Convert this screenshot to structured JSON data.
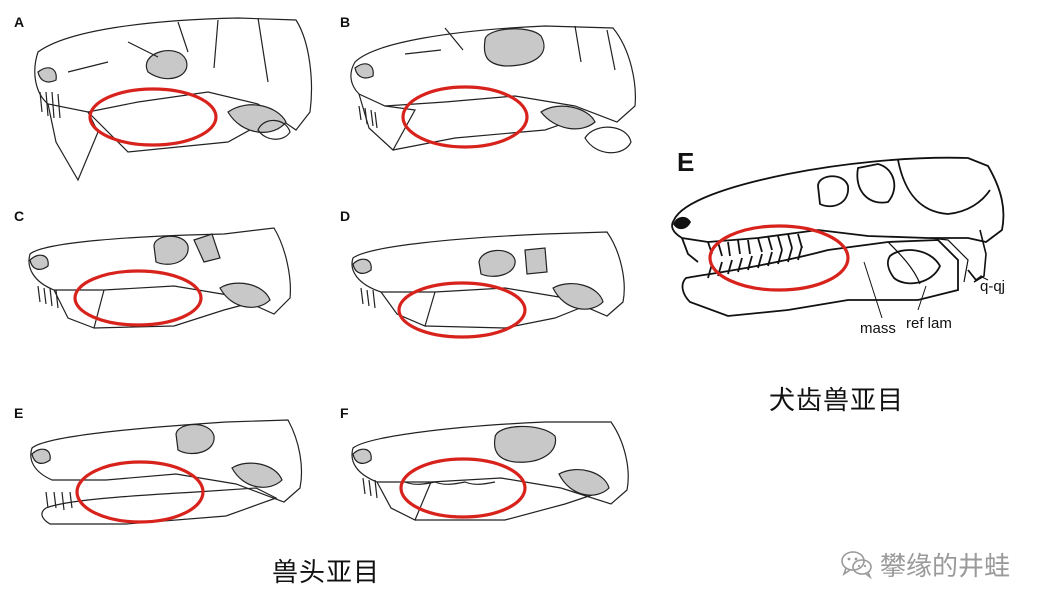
{
  "panels": [
    {
      "letter": "A"
    },
    {
      "letter": "B"
    },
    {
      "letter": "C"
    },
    {
      "letter": "D"
    },
    {
      "letter": "E"
    },
    {
      "letter": "F"
    }
  ],
  "right_panel": {
    "letter": "E",
    "annotations": {
      "mass": "mass",
      "ref_lam": "ref lam",
      "q_qj": "q-qj"
    }
  },
  "group_labels": {
    "therocephalia": "兽头亚目",
    "cynodontia": "犬齿兽亚目"
  },
  "watermark": {
    "text": "攀缘的井蛙"
  },
  "colors": {
    "circle": "#d8221c",
    "fill_gray": "#c8c8c8",
    "line": "#222222"
  }
}
